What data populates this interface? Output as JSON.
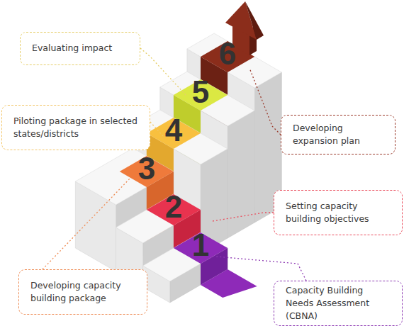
{
  "diagram": {
    "nodes": [
      {
        "text": [
          "Evaluating impact"
        ]
      },
      {
        "text": [
          "Piloting package in selected states/districts"
        ]
      },
      {
        "text": [
          "Developing expansion plan"
        ]
      },
      {
        "text": [
          "Setting capacity building objectives"
        ]
      },
      {
        "text": [
          "Developing capacity building package"
        ]
      },
      {
        "text": [
          "Capacity Building Needs Assessment (CBNA)"
        ]
      }
    ],
    "labels": [
      "1",
      "2",
      "3",
      "4",
      "5",
      "6"
    ]
  }
}
